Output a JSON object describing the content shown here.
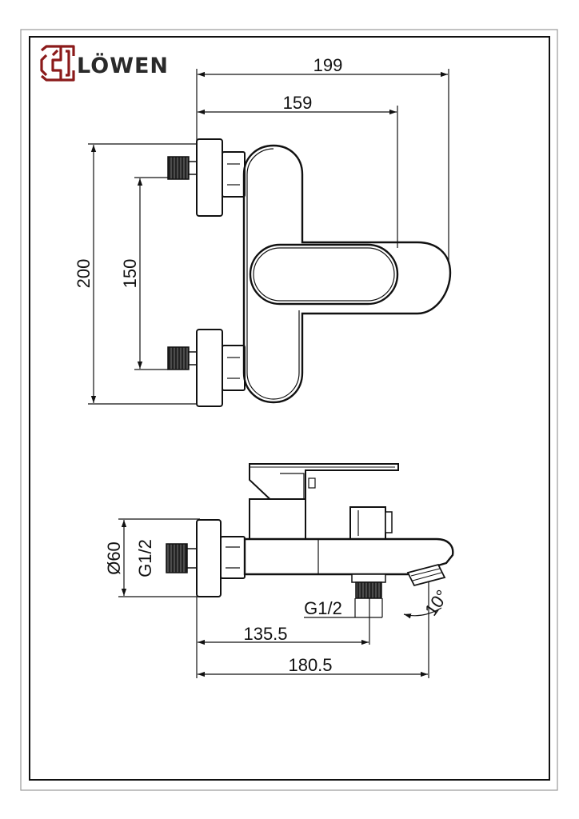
{
  "brand": {
    "name": "LÖWEN",
    "accent": "#8b1a1a",
    "text_color": "#2a2a2a"
  },
  "top_view": {
    "dims": {
      "overall_width": "199",
      "lever_width": "159",
      "overall_height": "200",
      "inlet_spacing": "150"
    }
  },
  "side_view": {
    "dims": {
      "flange_diameter": "Ø60",
      "inlet_thread": "G1/2",
      "outlet_thread": "G1/2",
      "outlet_offset": "135.5",
      "spout_length": "180.5",
      "spout_angle": "10°"
    }
  }
}
